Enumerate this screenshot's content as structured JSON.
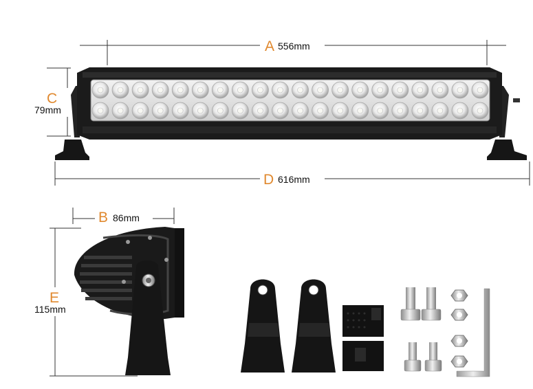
{
  "colors": {
    "label_letter": "#e0892f",
    "label_text": "#111111",
    "housing": "#1b1b1b",
    "led_panel": "#e6e6e6"
  },
  "led_bar": {
    "leds_per_row": 20,
    "rows": 2
  },
  "dimensions": {
    "a": {
      "letter": "A",
      "value": "556mm"
    },
    "b": {
      "letter": "B",
      "value": "86mm"
    },
    "c": {
      "letter": "C",
      "value": "79mm"
    },
    "d": {
      "letter": "D",
      "value": "616mm"
    },
    "e": {
      "letter": "E",
      "value": "115mm"
    }
  },
  "accessories": [
    "bracket-left-icon",
    "bracket-right-icon",
    "rubber-pad-icon",
    "bolt-icon",
    "nut-icon",
    "allen-key-icon"
  ]
}
